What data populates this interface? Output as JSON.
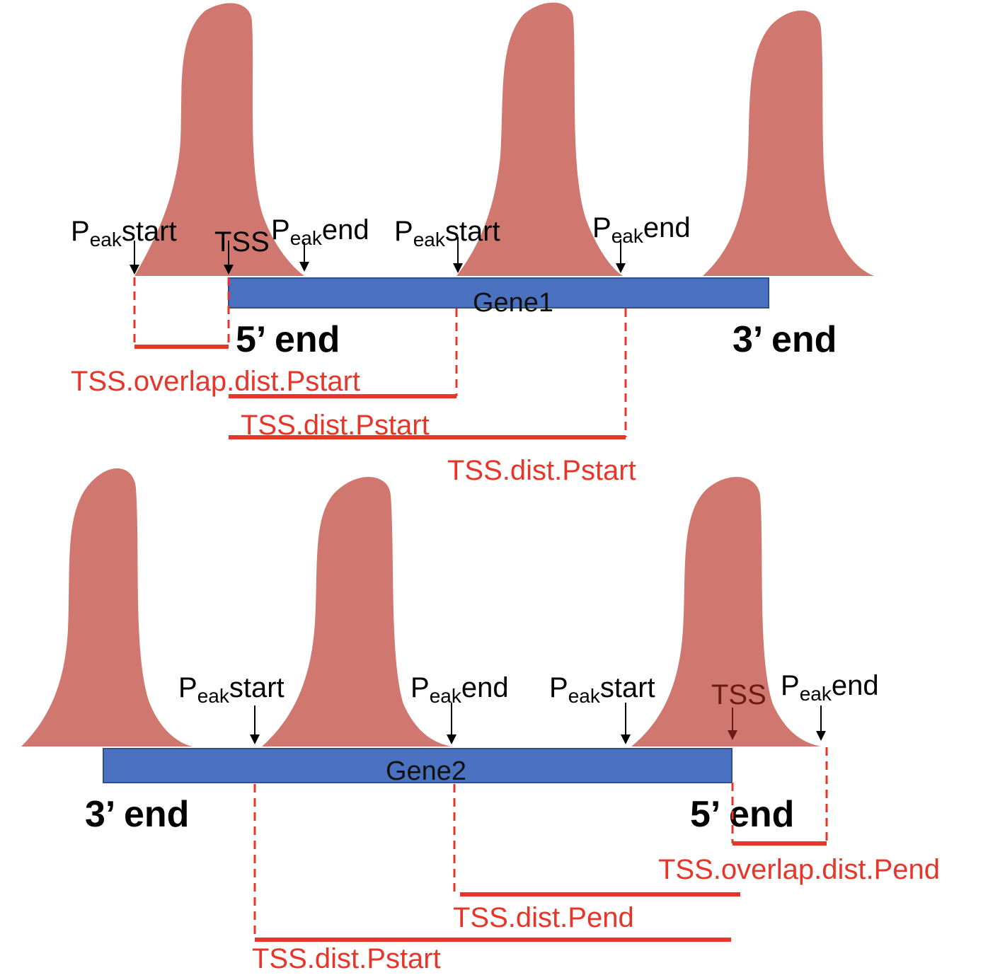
{
  "colors": {
    "peak": "#d07870",
    "gene": "#4a72c0",
    "distance": "#e8352a",
    "label": "#000000",
    "tss_dark": "#6b1a14"
  },
  "top": {
    "gene_label": "Gene1",
    "five_prime": "5’ end",
    "three_prime": "3’ end",
    "peak_labels": [
      {
        "lead": "P",
        "sub": "eak",
        "word": "start"
      },
      {
        "lead": "P",
        "sub": "eak",
        "word": "end"
      },
      {
        "lead": "P",
        "sub": "eak",
        "word": "start"
      },
      {
        "lead": "P",
        "sub": "eak",
        "word": "end"
      }
    ],
    "tss": "TSS",
    "distances": [
      "TSS.overlap.dist.Pstart",
      "TSS.dist.Pstart",
      "TSS.dist.Pstart"
    ]
  },
  "bottom": {
    "gene_label": "Gene2",
    "five_prime": "5’ end",
    "three_prime": "3’ end",
    "peak_labels": [
      {
        "lead": "P",
        "sub": "eak",
        "word": "start"
      },
      {
        "lead": "P",
        "sub": "eak",
        "word": "end"
      },
      {
        "lead": "P",
        "sub": "eak",
        "word": "start"
      },
      {
        "lead": "P",
        "sub": "eak",
        "word": "end"
      }
    ],
    "tss": "TSS",
    "distances": [
      "TSS.overlap.dist.Pend",
      "TSS.dist.Pend",
      "TSS.dist.Pstart"
    ]
  }
}
